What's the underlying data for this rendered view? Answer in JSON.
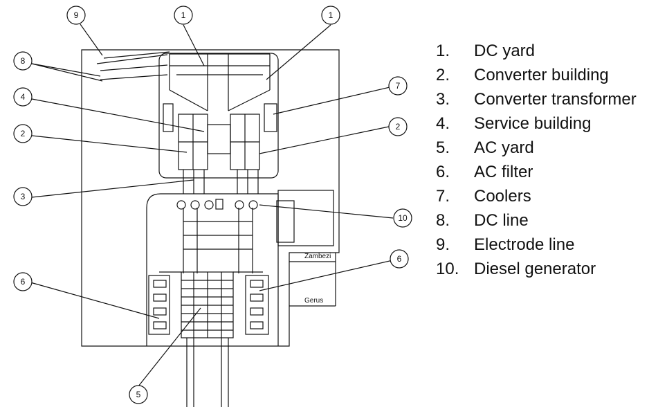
{
  "legend": [
    {
      "num": "1.",
      "label": "DC yard"
    },
    {
      "num": "2.",
      "label": "Converter building"
    },
    {
      "num": "3.",
      "label": "Converter transformer"
    },
    {
      "num": "4.",
      "label": "Service building"
    },
    {
      "num": "5.",
      "label": "AC yard"
    },
    {
      "num": "6.",
      "label": "AC filter"
    },
    {
      "num": "7.",
      "label": "Coolers"
    },
    {
      "num": "8.",
      "label": "DC line"
    },
    {
      "num": "9.",
      "label": "Electrode line"
    },
    {
      "num": "10.",
      "label": "Diesel generator"
    }
  ],
  "callouts": [
    "9",
    "1",
    "1",
    "8",
    "7",
    "4",
    "2",
    "2",
    "3",
    "10",
    "6",
    "6",
    "5"
  ],
  "feeders": {
    "zambezi": "Zambezi",
    "gerus": "Gerus"
  }
}
